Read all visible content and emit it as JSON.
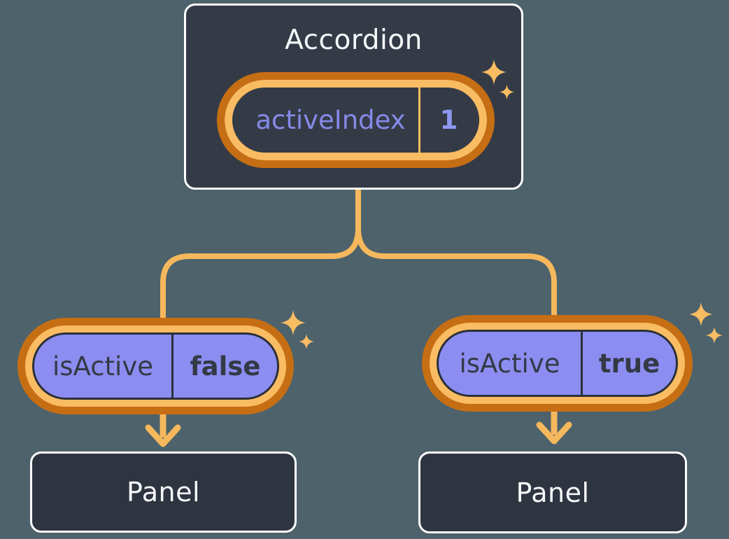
{
  "accordion": {
    "title": "Accordion",
    "state": {
      "label": "activeIndex",
      "value": "1"
    }
  },
  "children": [
    {
      "prop": {
        "label": "isActive",
        "value": "false"
      },
      "panel": {
        "title": "Panel"
      }
    },
    {
      "prop": {
        "label": "isActive",
        "value": "true"
      },
      "panel": {
        "title": "Panel"
      }
    }
  ],
  "icons": {
    "sparkle": "four-pointed-star"
  },
  "colors": {
    "background": "#4D626B",
    "card_fill": "#343B47",
    "panel_fill": "#2E3440",
    "card_border": "#FFFFFF",
    "connector": "#F6B85C",
    "ring_light_orange": "#FABC62",
    "ring_dark_orange": "#C66E14",
    "prop_pill_fill": "#8C8DF1",
    "prop_pill_outline": "#2A3039",
    "state_label_text": "#858AE8",
    "state_value_text": "#8F98F0",
    "prop_text": "#333A45",
    "title_text": "#F6F7F9",
    "sparkle": "#F8BC62"
  }
}
